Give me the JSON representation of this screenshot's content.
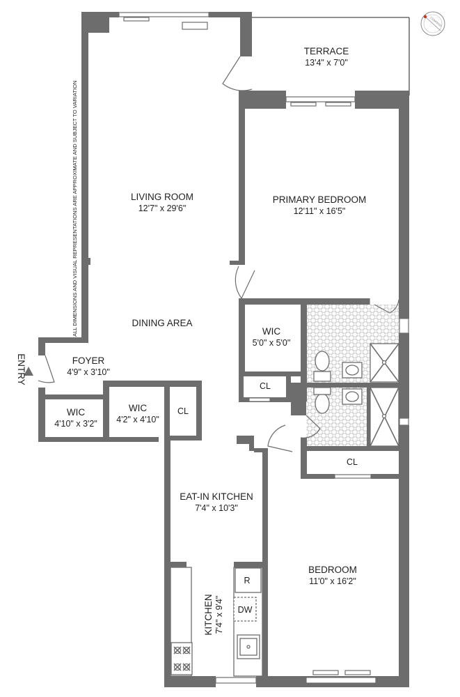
{
  "rooms": {
    "terrace": {
      "name": "TERRACE",
      "dims": "13'4\" x 7'0\""
    },
    "living_room": {
      "name": "LIVING ROOM",
      "dims": "12'7\" x 29'6\""
    },
    "primary_bedroom": {
      "name": "PRIMARY BEDROOM",
      "dims": "12'11\" x 16'5\""
    },
    "dining_area": {
      "name": "DINING AREA"
    },
    "wic_primary": {
      "name": "WIC",
      "dims": "5'0\" x 5'0\""
    },
    "cl_primary": {
      "name": "CL"
    },
    "foyer": {
      "name": "FOYER",
      "dims": "4'9\" x 3'10\""
    },
    "wic_foyer_left": {
      "name": "WIC",
      "dims": "4'10\" x 3'2\""
    },
    "wic_foyer_right": {
      "name": "WIC",
      "dims": "4'2\" x 4'10\""
    },
    "cl_foyer": {
      "name": "CL"
    },
    "cl_bedroom": {
      "name": "CL"
    },
    "eat_in_kitchen": {
      "name": "EAT-IN KITCHEN",
      "dims": "7'4\" x 10'3\""
    },
    "bedroom": {
      "name": "BEDROOM",
      "dims": "11'0\" x 16'2\""
    },
    "kitchen": {
      "name": "KITCHEN",
      "dims": "7'4\" x 9'4\""
    }
  },
  "appliances": {
    "refrigerator": "R",
    "dishwasher": "DW"
  },
  "entry_label": "ENTRY",
  "disclaimer": "ALL DIMENSIONS AND VISUAL REPRESENTATIONS ARE APPROXIMATE AND SUBJECT TO VARIATION",
  "compass": {
    "label": "COMPASS"
  },
  "colors": {
    "walls": "#6d6d6d",
    "background": "#ffffff",
    "text": "#1f1f1f"
  }
}
